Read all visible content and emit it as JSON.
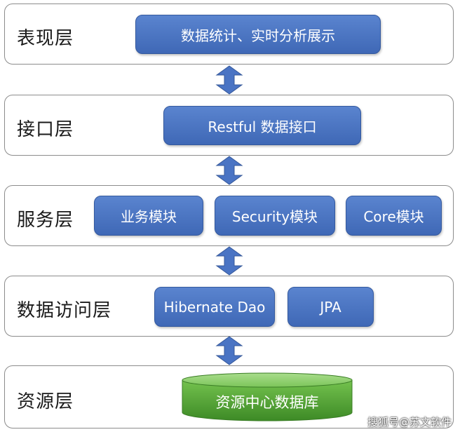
{
  "layers": [
    {
      "label": "表现层",
      "modules": [
        "数据统计、实时分析展示"
      ]
    },
    {
      "label": "接口层",
      "modules": [
        "Restful 数据接口"
      ]
    },
    {
      "label": "服务层",
      "modules": [
        "业务模块",
        "Security模块",
        "Core模块"
      ]
    },
    {
      "label": "数据访问层",
      "modules": [
        "Hibernate Dao",
        "JPA"
      ]
    },
    {
      "label": "资源层",
      "modules": [
        "资源中心数据库"
      ]
    }
  ],
  "watermark": "搜狐号@苏文软件",
  "colors": {
    "module_blue": "#4a74c4",
    "database_green": "#5fae3c",
    "arrow_blue": "#4a74c4"
  }
}
